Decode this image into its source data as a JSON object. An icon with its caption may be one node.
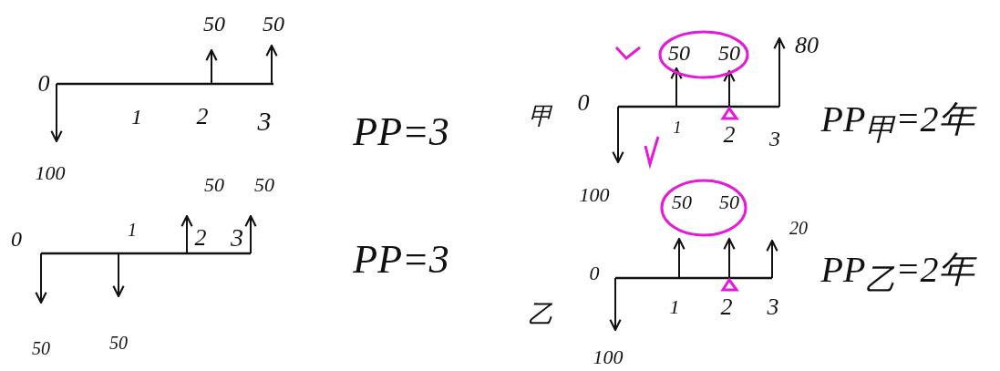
{
  "diagram": {
    "labels": [
      "50",
      "50",
      "0",
      "1",
      "2",
      "3",
      "100",
      "PP=3",
      "50",
      "50",
      "80",
      "甲",
      "0",
      "1",
      "2",
      "3",
      "100",
      "PP$_{甲}$=2年",
      "50",
      "50",
      "0",
      "1",
      "2",
      "3",
      "50",
      "50",
      "PP=3",
      "50",
      "50",
      "20",
      "乙",
      "0",
      "1",
      "2",
      "3",
      "100",
      "PP$_{乙}$=2年"
    ]
  }
}
